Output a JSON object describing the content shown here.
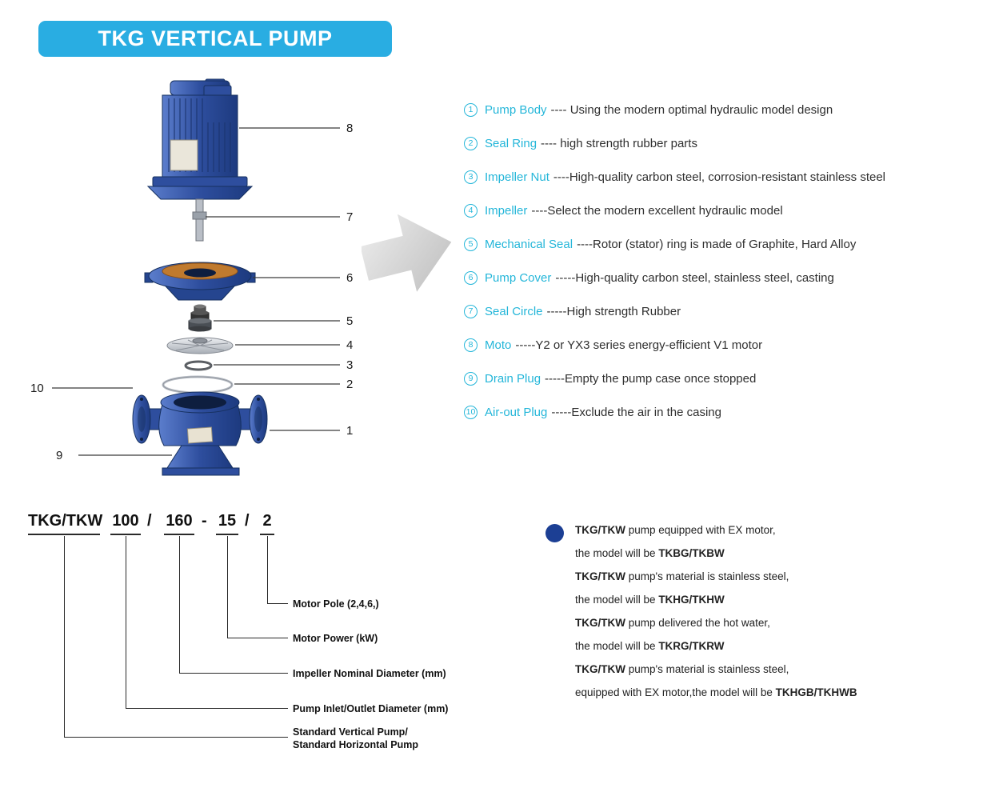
{
  "header": {
    "title": "TKG VERTICAL PUMP"
  },
  "colors": {
    "accent_blue": "#29ade2",
    "part_name_cyan": "#24b6d9",
    "note_bullet_navy": "#1c3f94",
    "pump_body_blue": "#2e4e9e"
  },
  "diagram": {
    "callouts": {
      "c1": "1",
      "c2": "2",
      "c3": "3",
      "c4": "4",
      "c5": "5",
      "c6": "6",
      "c7": "7",
      "c8": "8",
      "c9": "9",
      "c10": "10"
    }
  },
  "parts": {
    "items": [
      {
        "num": "1",
        "name": "Pump Body",
        "desc": "---- Using the modern optimal hydraulic model design"
      },
      {
        "num": "2",
        "name": "Seal Ring",
        "desc": "---- high strength rubber parts"
      },
      {
        "num": "3",
        "name": "Impeller Nut",
        "desc": "----High-quality carbon steel, corrosion-resistant stainless steel"
      },
      {
        "num": "4",
        "name": "Impeller",
        "desc": "----Select the modern excellent hydraulic model"
      },
      {
        "num": "5",
        "name": "Mechanical Seal",
        "desc": "----Rotor (stator) ring is made of Graphite, Hard Alloy"
      },
      {
        "num": "6",
        "name": "Pump Cover",
        "desc": "-----High-quality carbon steel, stainless steel, casting"
      },
      {
        "num": "7",
        "name": "Seal Circle",
        "desc": "-----High strength Rubber"
      },
      {
        "num": "8",
        "name": "Moto",
        "desc": "-----Y2 or YX3 series energy-efficient V1 motor"
      },
      {
        "num": "9",
        "name": "Drain Plug",
        "desc": "-----Empty the pump case once stopped"
      },
      {
        "num": "10",
        "name": "Air-out Plug",
        "desc": "-----Exclude the air in the casing"
      }
    ]
  },
  "model": {
    "series": "TKG/TKW",
    "inlet": "100",
    "sep1": "/",
    "impeller": "160",
    "sep2": "-",
    "power": "15",
    "sep3": "/",
    "pole": "2",
    "labels": {
      "pole": "Motor Pole (2,4,6,)",
      "power": "Motor Power (kW)",
      "impeller": "Impeller Nominal Diameter (mm)",
      "inlet": "Pump Inlet/Outlet Diameter (mm)",
      "series_line1": "Standard Vertical Pump/",
      "series_line2": "Standard Horizontal Pump"
    }
  },
  "notes": {
    "lines": [
      {
        "b1": "TKG/TKW",
        "pre": " pump equipped with EX motor,",
        "bold": ""
      },
      {
        "b1": "",
        "pre": "the model will be ",
        "bold": "TKBG/TKBW"
      },
      {
        "b1": "TKG/TKW",
        "pre": " pump's material is stainless steel,",
        "bold": ""
      },
      {
        "b1": "",
        "pre": "the model will be ",
        "bold": "TKHG/TKHW"
      },
      {
        "b1": "TKG/TKW",
        "pre": " pump delivered the hot water,",
        "bold": ""
      },
      {
        "b1": "",
        "pre": "the model will be ",
        "bold": "TKRG/TKRW"
      },
      {
        "b1": "TKG/TKW",
        "pre": " pump's material is stainless steel,",
        "bold": ""
      },
      {
        "b1": "",
        "pre": "equipped with EX motor,the model will be ",
        "bold": "TKHGB/TKHWB"
      }
    ]
  }
}
